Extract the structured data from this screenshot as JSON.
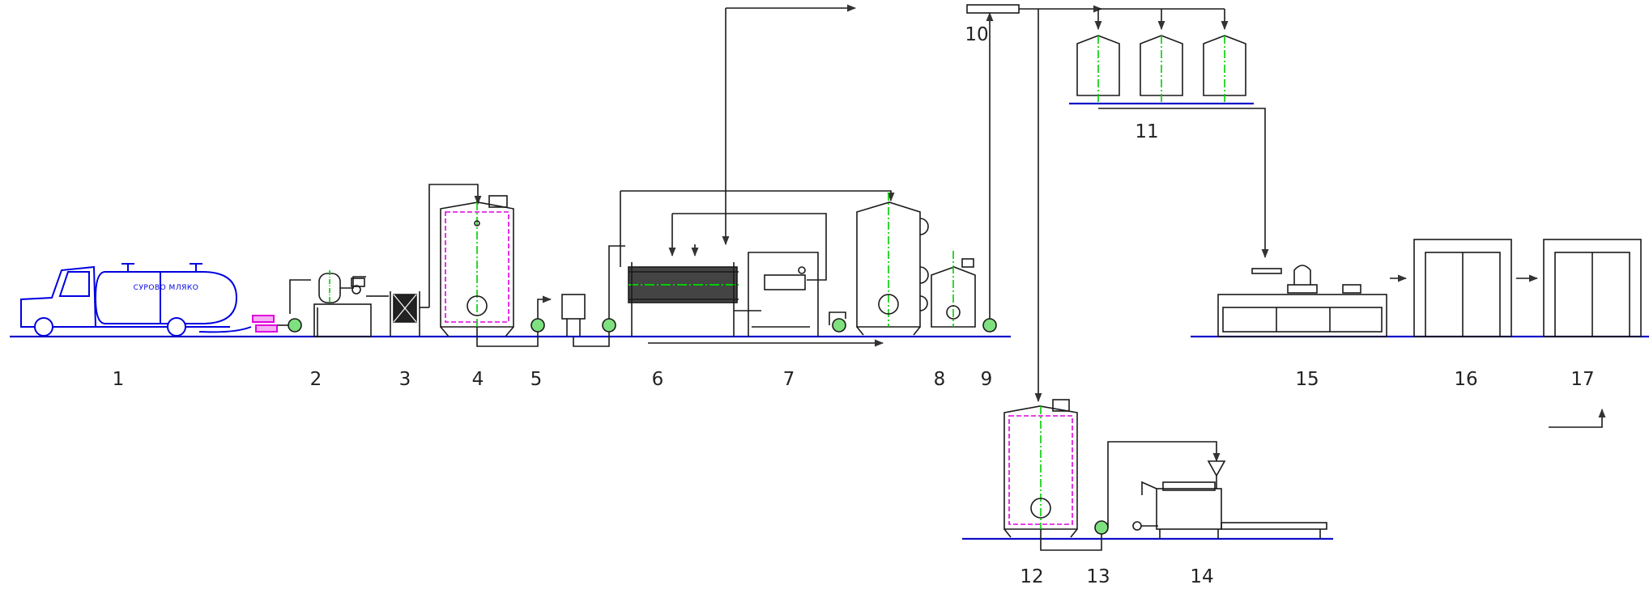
{
  "colors": {
    "line": "#1a1a1a",
    "floor": "#1010c8",
    "truck": "#0000e0",
    "axis": "#00cc00",
    "heater": "#e000e0",
    "pump": "#00b000"
  },
  "truck_text": "СУРОВО МЛЯКО",
  "labels": [
    "1",
    "2",
    "3",
    "4",
    "5",
    "6",
    "7",
    "8",
    "9",
    "10",
    "11",
    "12",
    "13",
    "14",
    "15",
    "16",
    "17"
  ]
}
